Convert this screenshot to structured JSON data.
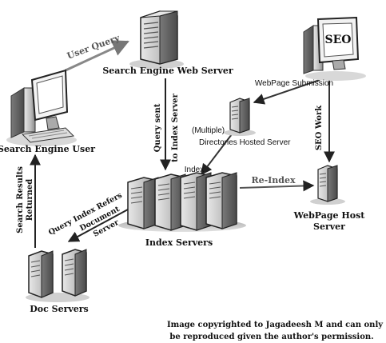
{
  "nodes": {
    "search_engine_user": "Search Engine User",
    "search_engine_web_server": "Search Engine Web Server",
    "seo_monitor_text": "SEO",
    "directories_hosted_server_prefix": "(Multiple)",
    "directories_hosted_server": "Directories Hosted Server",
    "index_servers": "Index Servers",
    "webpage_host_server_line1": "WebPage Host",
    "webpage_host_server_line2": "Server",
    "doc_servers": "Doc Servers"
  },
  "edges": {
    "user_query": "User Query",
    "query_sent_line1": "Query sent",
    "query_sent_line2": "to Index Server",
    "webpage_submission": "WebPage Submission",
    "seo_work": "SEO Work",
    "index": "Index",
    "re_index": "Re-Index",
    "query_index_refers_line1": "Query Index Refers",
    "query_index_refers_line2": "Document",
    "query_index_refers_line3": "Server",
    "search_results_line1": "Search Results",
    "search_results_line2": "Returned"
  },
  "copyright": {
    "line1": "Image copyrighted to Jagadeesh M and can only",
    "line2": "be reproduced given the author's permission."
  }
}
